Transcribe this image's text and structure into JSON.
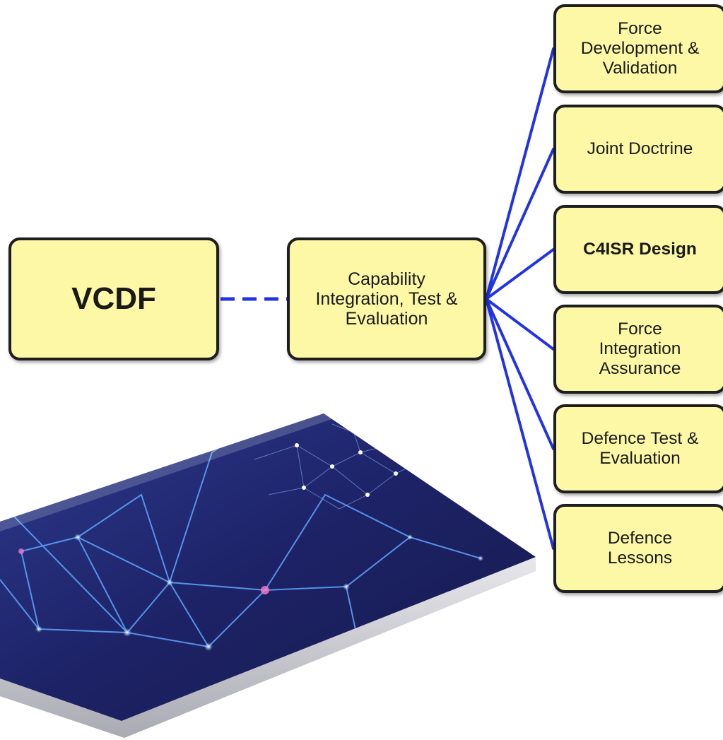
{
  "diagram": {
    "root": {
      "label": "VCDF"
    },
    "middle": {
      "label": "Capability\nIntegration, Test &\nEvaluation"
    },
    "children": [
      {
        "label": "Force\nDevelopment &\nValidation",
        "bold": false
      },
      {
        "label": "Joint Doctrine",
        "bold": false
      },
      {
        "label": "C4ISR Design",
        "bold": true
      },
      {
        "label": "Force\nIntegration\nAssurance",
        "bold": false
      },
      {
        "label": "Defence Test &\nEvaluation",
        "bold": false
      },
      {
        "label": "Defence\nLessons",
        "bold": false
      }
    ],
    "colors": {
      "box_fill": "#fdf8a6",
      "box_border": "#1e1e1e",
      "connector": "#2233e6",
      "tablet_dark": "#1b1d5a",
      "tablet_light": "#4a78d8"
    },
    "image": {
      "icon": "digital-network-tablet-icon"
    }
  }
}
